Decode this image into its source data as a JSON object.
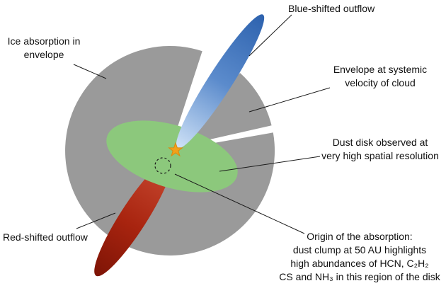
{
  "labels": {
    "blue_outflow": "Blue-shifted outflow",
    "ice_absorption": "Ice absorption in\nenvelope",
    "envelope_systemic": "Envelope at systemic\nvelocity of cloud",
    "dust_disk": "Dust disk observed at\nvery high spatial resolution",
    "red_outflow": "Red-shifted outflow",
    "origin_absorption": "Origin of the absorption:\ndust clump at 50 AU highlights\nhigh abundances of HCN, C₂H₂\nCS and NH₃ in this region of the disk"
  },
  "colors": {
    "background": "#ffffff",
    "envelope_gray": "#9a9a9a",
    "disk_green": "#8cc87c",
    "blue_outflow_dark": "#2d62ae",
    "blue_outflow_mid": "#5b8bcc",
    "blue_outflow_light": "#cfe2f7",
    "red_outflow_dark": "#7e1406",
    "red_outflow_mid": "#a8240f",
    "red_outflow_light": "#c94b33",
    "star_orange": "#f2a11b",
    "star_outline": "#d98a0f",
    "pointer_line": "#1a1a1a",
    "text": "#111111"
  },
  "icons": {
    "protostar": "star-icon",
    "dust_clump": "dashed-circle-marker"
  }
}
